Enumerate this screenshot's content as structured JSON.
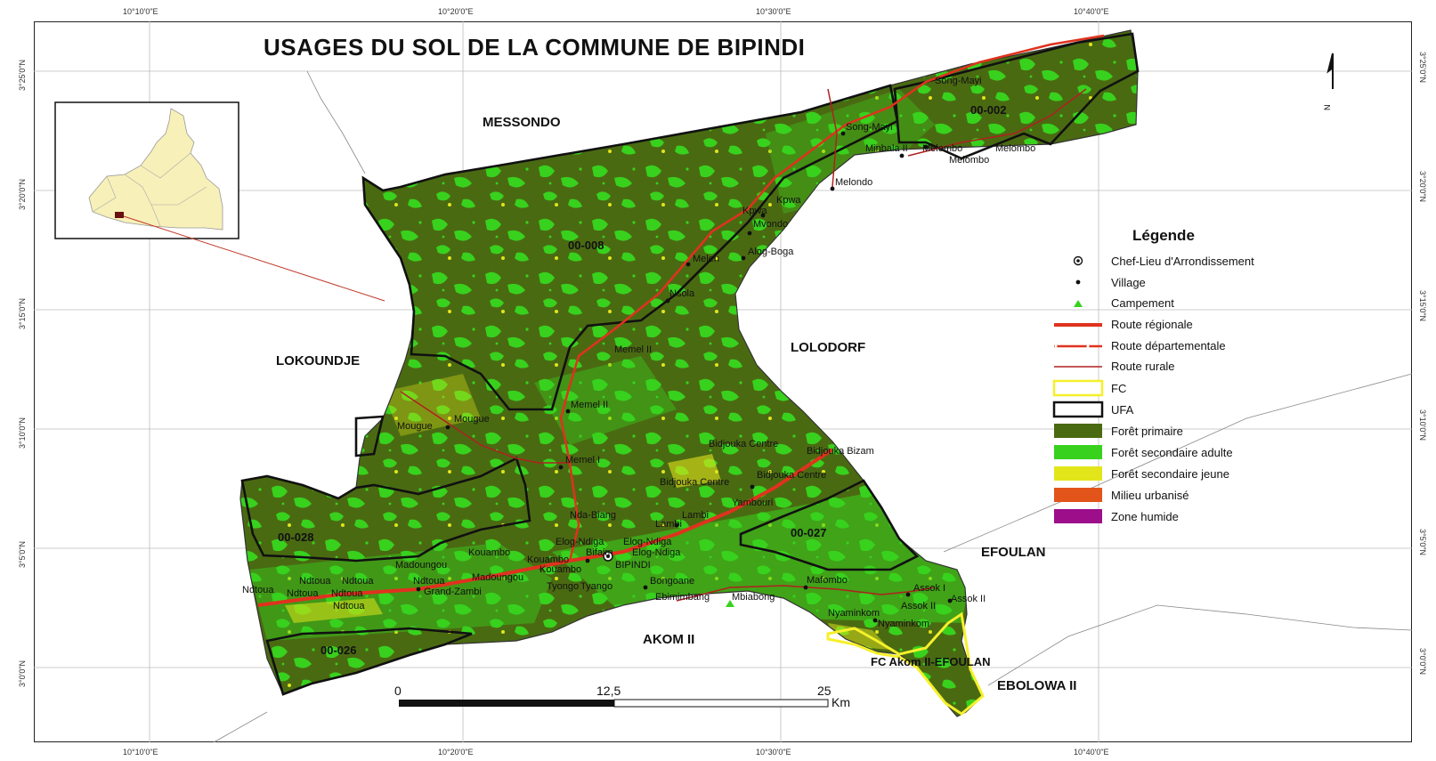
{
  "title": "USAGES DU SOL DE LA COMMUNE DE BIPINDI",
  "coords": {
    "top": [
      "10°10'0\"E",
      "10°20'0\"E",
      "10°30'0\"E",
      "10°40'0\"E"
    ],
    "bottom": [
      "10°10'0\"E",
      "10°20'0\"E",
      "10°30'0\"E",
      "10°40'0\"E"
    ],
    "left": [
      "3°25'0\"N",
      "3°20'0\"N",
      "3°15'0\"N",
      "3°10'0\"N",
      "3°5'0\"N",
      "3°0'0\"N"
    ],
    "right": [
      "3°25'0\"N",
      "3°20'0\"N",
      "3°15'0\"N",
      "3°10'0\"N",
      "3°5'0\"N",
      "3°0'0\"N"
    ]
  },
  "regions": {
    "messondo": "MESSONDO",
    "lokoundje": "LOKOUNDJE",
    "lolodorf": "LOLODORF",
    "efoulan": "EFOULAN",
    "akom": "AKOM II",
    "ebolowa": "EBOLOWA II",
    "fc": "FC Akom II-EFOULAN"
  },
  "ufa": {
    "u002": "00-002",
    "u008": "00-008",
    "u028": "00-028",
    "u027": "00-027",
    "u026": "00-026"
  },
  "villages": {
    "songmayi1": "Song-Mayi",
    "songmayi2": "Song-Mayi",
    "minbala": "Minbala II",
    "melombo1": "Melombo",
    "melombo2": "Melombo",
    "melombo3": "Melombo",
    "melondo": "Melondo",
    "kpwa1": "Kpwa",
    "kpwa2": "Kpwa",
    "mvondo": "Mvondo",
    "melen": "Melen",
    "alogboga": "Alog-Boga",
    "nsola": "Nsola",
    "memel2a": "Memel II",
    "memel2b": "Memel II",
    "memel1": "Memel I",
    "mougue1": "Mougue",
    "mougue2": "Mougue",
    "bidjoukaCentre1": "Bidjouka Centre",
    "bidjoukaBizam": "Bidjouka Bizam",
    "bidjoukaCentre2": "Bidjouka Centre",
    "bidjoukaCentre3": "Bidjouka Centre",
    "yambouri": "Yambouri",
    "lambi1": "Lambi",
    "lambi2": "Lambi",
    "ndabiang": "Nda-Biang",
    "elogndiga1": "Elog-Ndiga",
    "elogndiga2": "Elog-Ndiga",
    "elogndiga3": "Elog-Ndiga",
    "bifaim": "Bifaim",
    "bipindi": "BIPINDI",
    "kouambo1": "Kouambo",
    "kouambo2": "Kouambo",
    "kouambo3": "Kouambo",
    "madoungou1": "Madoungou",
    "madoungou2": "Madoungou",
    "ndtoua1": "Ndtoua",
    "ndtoua2": "Ndtoua",
    "ndtoua3": "Ndtoua",
    "ndtoua4": "Ndtoua",
    "ndtoua5": "Ndtoua",
    "ndtoua6": "Ndtoua",
    "ndtoua7": "Ndtoua",
    "grandzambi": "Grand-Zambi",
    "tyongo": "Tyongo",
    "tyango": "Tyango",
    "bongoane": "Bongoane",
    "ebimimbang": "Ebimimbang",
    "mbiabong": "Mbiabong",
    "mafombo": "Mafombo",
    "nyaminkom1": "Nyaminkom",
    "nyaminkom2": "Nyaminkom",
    "assok1": "Assok I",
    "assok2a": "Assok II",
    "assok2b": "Assok II"
  },
  "legend": {
    "title": "Légende",
    "items": [
      {
        "label": "Chef-Lieu d'Arrondissement",
        "symbol": "chef-lieu"
      },
      {
        "label": "Village",
        "symbol": "village"
      },
      {
        "label": "Campement",
        "symbol": "campement"
      },
      {
        "label": "Route régionale",
        "symbol": "route-regionale"
      },
      {
        "label": "Route départementale",
        "symbol": "route-departementale"
      },
      {
        "label": "Route rurale",
        "symbol": "route-rurale"
      },
      {
        "label": "FC",
        "symbol": "fc"
      },
      {
        "label": "UFA",
        "symbol": "ufa"
      },
      {
        "label": "Forêt primaire",
        "symbol": "fill",
        "color": "#4a6a12"
      },
      {
        "label": "Forêt secondaire adulte",
        "symbol": "fill",
        "color": "#38d11e"
      },
      {
        "label": "Forêt secondaire jeune",
        "symbol": "fill",
        "color": "#e2e51a"
      },
      {
        "label": "Milieu urbanisé",
        "symbol": "fill",
        "color": "#e2541a"
      },
      {
        "label": "Zone humide",
        "symbol": "fill",
        "color": "#9c0e8a"
      }
    ]
  },
  "scale": {
    "zero": "0",
    "mid": "12,5",
    "end": "25",
    "unit": "Km"
  },
  "north": "N",
  "colors": {
    "primary_forest": "#4a6a12",
    "secondary_adult": "#38d11e",
    "secondary_young": "#e2e51a",
    "urban": "#e2541a",
    "wetland": "#9c0e8a",
    "fc_outline": "#f5f02a",
    "road": "#e0321e",
    "rural_road": "#b02020"
  }
}
